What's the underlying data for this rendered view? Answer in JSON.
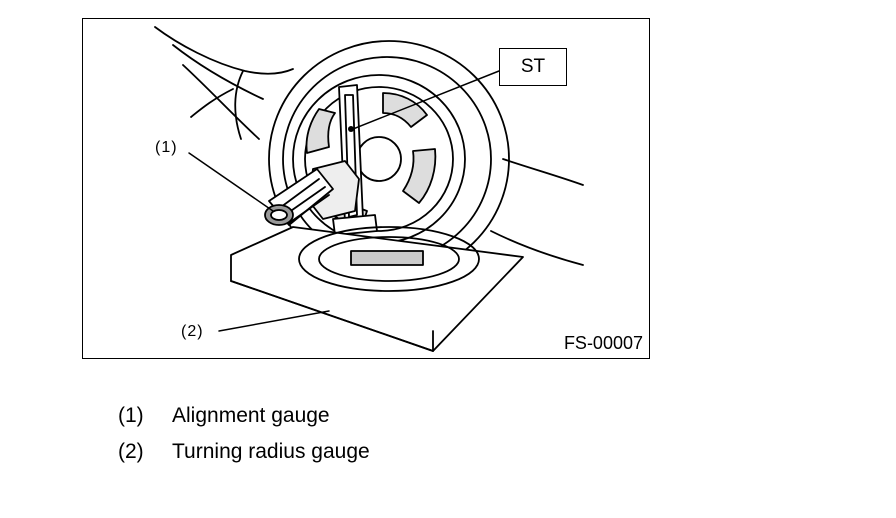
{
  "figure": {
    "callout_1": "(1)",
    "callout_2": "(2)",
    "st_label": "ST",
    "figure_code": "FS-00007"
  },
  "legend": {
    "items": [
      {
        "num": "(1)",
        "label": "Alignment gauge"
      },
      {
        "num": "(2)",
        "label": "Turning radius gauge"
      }
    ]
  }
}
